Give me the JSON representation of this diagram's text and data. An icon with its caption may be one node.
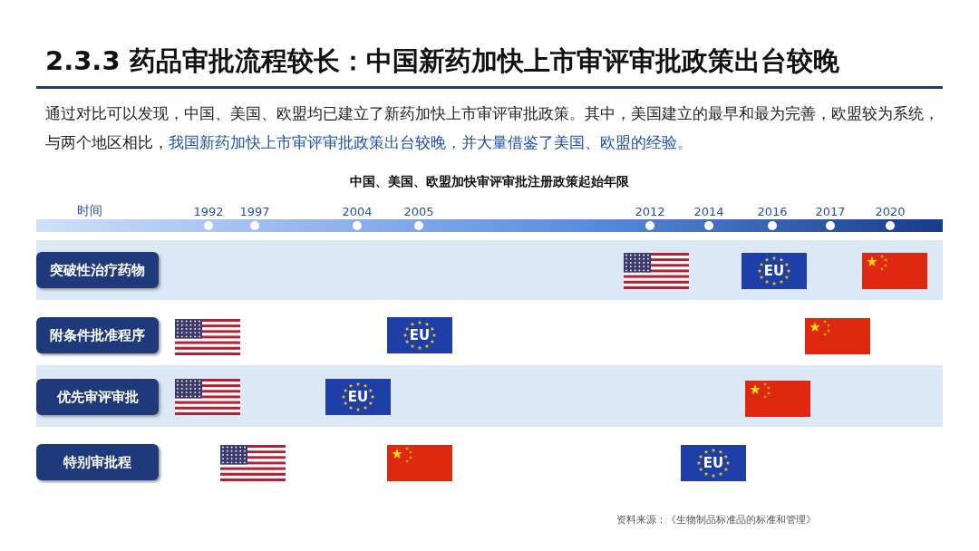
{
  "diagram": {
    "title": "2.3.3 药品审批流程较长：中国新药加快上市审评审批政策出台较晚",
    "nodes": [
      {
        "text": [
          "突破性治疗药物"
        ]
      },
      {
        "text": [
          "附条件批准程序"
        ]
      },
      {
        "text": [
          "优先审评审批"
        ]
      },
      {
        "text": [
          "特别审批程"
        ]
      }
    ],
    "labels": [
      "通过对比可以发现，中国、美国、欧盟均已建立了新药加快上市审评审批政策。其中，美国建立的最早和最为完善，欧盟较为系统，与两个地区相比，",
      "我国新药加快上市审评审批政策出台较晚，并大量借鉴了美国、欧盟的经验。",
      "中国、美国、欧盟加快审评审批注册政策起始年限",
      "时间",
      "1992",
      "1997",
      "2004",
      "2005",
      "2012",
      "2014",
      "2016",
      "2017",
      "2020",
      "EU",
      "EU",
      "EU",
      "EU",
      "资料来源：《生物制品标准品的标准和管理》"
    ]
  }
}
